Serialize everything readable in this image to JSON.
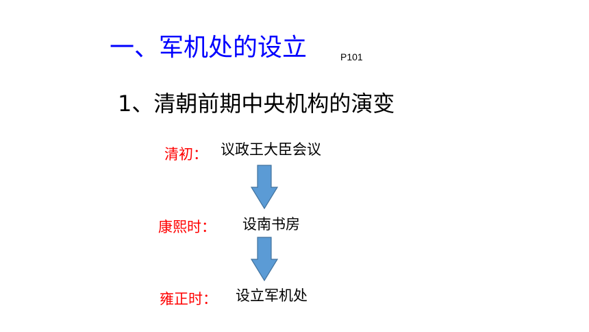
{
  "slide": {
    "title": "一、军机处的设立",
    "page_ref": "P101",
    "subtitle": "1、清朝前期中央机构的演变",
    "stages": [
      {
        "label": "清初：",
        "value": "议政王大臣会议"
      },
      {
        "label": "康熙时：",
        "value": "设南书房"
      },
      {
        "label": "雍正时：",
        "value": "设立军机处"
      }
    ]
  },
  "colors": {
    "title": "#0000ff",
    "era_label": "#ff0000",
    "text": "#000000",
    "arrow_fill": "#5b9bd5",
    "arrow_stroke": "#41719c"
  },
  "icons": [
    "down-arrow-icon",
    "down-arrow-icon"
  ]
}
